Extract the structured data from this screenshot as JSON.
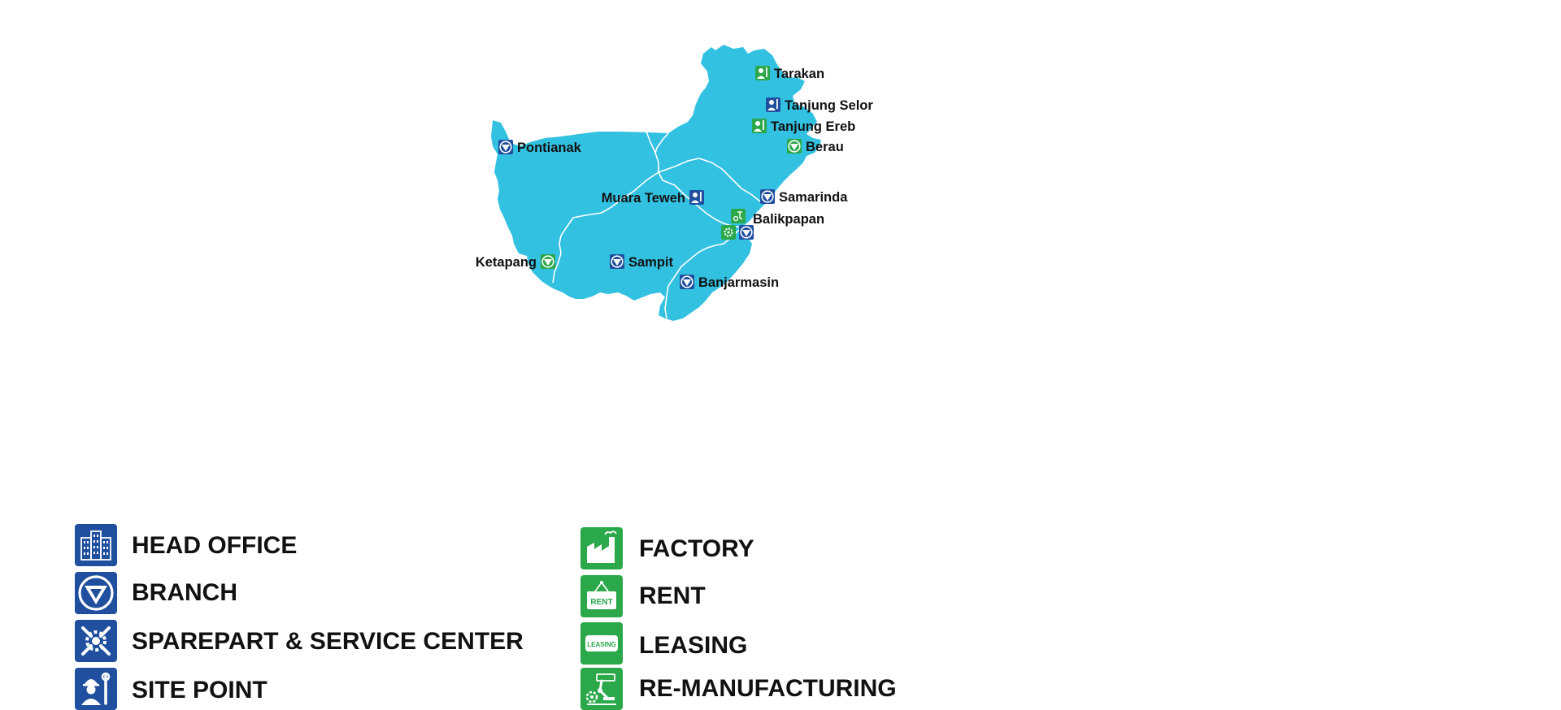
{
  "colors": {
    "land": "#33c1e2",
    "border": "#ffffff",
    "blue_icon": "#1f4f9e",
    "green_icon": "#2aa84a",
    "text": "#111111"
  },
  "legend": {
    "head_office": {
      "label": "HEAD OFFICE",
      "icon": "building-icon"
    },
    "branch": {
      "label": "BRANCH",
      "icon": "triangle-emblem-icon"
    },
    "sparepart": {
      "label": "SPAREPART & SERVICE CENTER",
      "icon": "wrench-gear-icon"
    },
    "site_point": {
      "label": "SITE POINT",
      "icon": "worker-icon"
    },
    "factory": {
      "label": "FACTORY",
      "icon": "factory-icon"
    },
    "rent": {
      "label": "RENT",
      "icon": "rent-sign-icon"
    },
    "leasing": {
      "label": "LEASING",
      "icon": "leasing-sign-icon"
    },
    "remanufacturing": {
      "label": "RE-MANUFACTURING",
      "icon": "robot-arm-icon"
    }
  },
  "locations": {
    "tarakan": "Tarakan",
    "tanjung_selor": "Tanjung Selor",
    "tanjung_ereb": "Tanjung Ereb",
    "berau": "Berau",
    "pontianak": "Pontianak",
    "muara_teweh": "Muara Teweh",
    "samarinda": "Samarinda",
    "balikpapan": "Balikpapan",
    "ketapang": "Ketapang",
    "sampit": "Sampit",
    "banjarmasin": "Banjarmasin"
  },
  "icon_texts": {
    "rent": "RENT",
    "leasing": "LEASING"
  }
}
